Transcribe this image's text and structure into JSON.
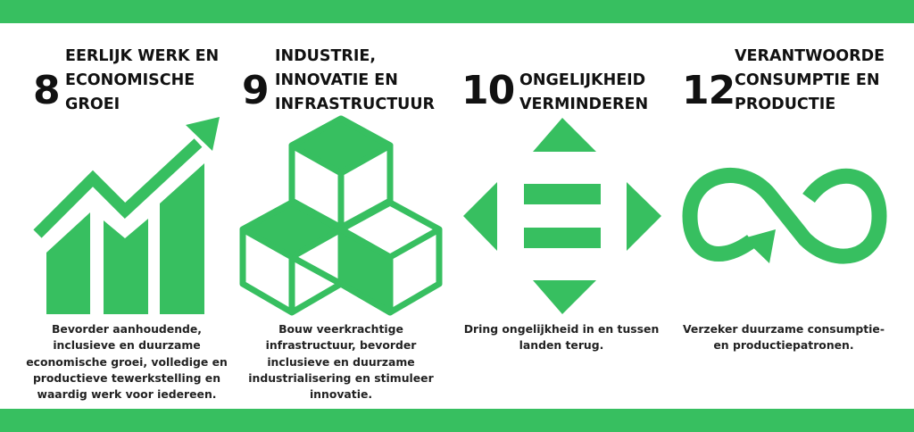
{
  "accent_color": "#37bf60",
  "goals": [
    {
      "number": "8",
      "title_lines": [
        "EERLIJK WERK EN",
        "ECONOMISCHE",
        "GROEI"
      ],
      "icon": "growth-chart-icon",
      "description": "Bevorder aanhoudende, inclusieve en duurzame economische groei, volledige en productieve tewerkstelling en waardig werk voor iedereen."
    },
    {
      "number": "9",
      "title_lines": [
        "INDUSTRIE,",
        "INNOVATIE EN",
        "INFRASTRUCTUUR"
      ],
      "icon": "cubes-icon",
      "description": "Bouw veerkrachtige infrastructuur, bevorder inclusieve en duurzame industrialisering en stimuleer innovatie."
    },
    {
      "number": "10",
      "title_lines": [
        "ONGELIJKHEID",
        "VERMINDEREN"
      ],
      "icon": "equality-arrows-icon",
      "description": "Dring ongelijkheid in en tussen landen terug."
    },
    {
      "number": "12",
      "title_lines": [
        "VERANTWOORDE",
        "CONSUMPTIE EN",
        "PRODUCTIE"
      ],
      "icon": "infinity-arrow-icon",
      "description": "Verzeker duurzame consumptie- en productiepatronen."
    }
  ]
}
